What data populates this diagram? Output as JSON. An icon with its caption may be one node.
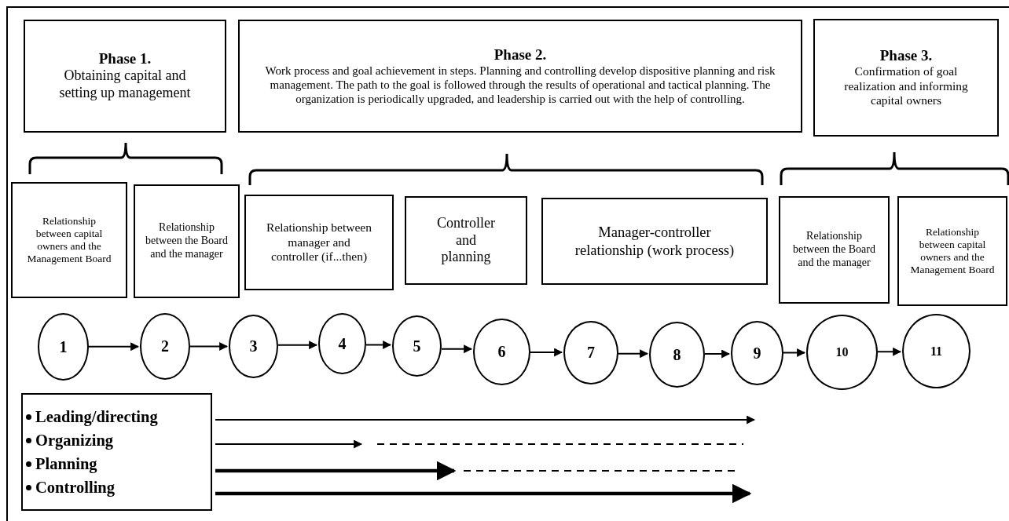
{
  "diagram": {
    "nodes": [
      {
        "text": [
          "Phase 1.",
          "Obtaining capital and setting up management"
        ]
      },
      {
        "text": [
          "Phase 2.",
          "Work process and goal achievement in steps. Planning and controlling develop dispositive planning and risk management. The path to the goal is followed through the results of operational and tactical planning. The organization is periodically upgraded, and leadership is carried out with the help of controlling."
        ]
      },
      {
        "text": [
          "Phase 3.",
          "Confirmation of goal realization and informing capital owners"
        ]
      },
      {
        "text": [
          "Relationship between capital owners and the Management Board"
        ]
      },
      {
        "text": [
          "Relationship between the Board and the manager"
        ]
      },
      {
        "text": [
          "Relationship between manager and controller (if...then)"
        ]
      },
      {
        "text": [
          "Controller and planning"
        ]
      },
      {
        "text": [
          "Manager-controller relationship (work process)"
        ]
      },
      {
        "text": [
          "Relationship between the Board and the manager"
        ]
      },
      {
        "text": [
          "Relationship between capital owners and the Management Board"
        ]
      },
      {
        "text": [
          "1"
        ]
      },
      {
        "text": [
          "2"
        ]
      },
      {
        "text": [
          "3"
        ]
      },
      {
        "text": [
          "4"
        ]
      },
      {
        "text": [
          "5"
        ]
      },
      {
        "text": [
          "6"
        ]
      },
      {
        "text": [
          "7"
        ]
      },
      {
        "text": [
          "8"
        ]
      },
      {
        "text": [
          "9"
        ]
      },
      {
        "text": [
          "10"
        ]
      },
      {
        "text": [
          "11"
        ]
      },
      {
        "text": [
          "Leading/directing",
          "Organizing",
          "Planning",
          "Controlling"
        ]
      }
    ],
    "edges": [
      {
        "from": 10,
        "to": 11,
        "arrow": "to"
      },
      {
        "from": 11,
        "to": 12,
        "arrow": "to"
      },
      {
        "from": 12,
        "to": 13,
        "arrow": "to"
      },
      {
        "from": 13,
        "to": 14,
        "arrow": "to"
      },
      {
        "from": 14,
        "to": 15,
        "arrow": "to"
      },
      {
        "from": 15,
        "to": 16,
        "arrow": "to"
      },
      {
        "from": 16,
        "to": 17,
        "arrow": "to"
      },
      {
        "from": 17,
        "to": 18,
        "arrow": "to"
      },
      {
        "from": 18,
        "to": 19,
        "arrow": "to"
      },
      {
        "from": 19,
        "to": 20,
        "arrow": "to"
      },
      {
        "from": 21,
        "to": null,
        "arrow": "to"
      },
      {
        "from": 21,
        "to": null,
        "arrow": "to"
      },
      {
        "from": 21,
        "to": null,
        "arrow": "to",
        "style": "thick"
      },
      {
        "from": 21,
        "to": null,
        "arrow": "to",
        "style": "thick"
      }
    ]
  }
}
